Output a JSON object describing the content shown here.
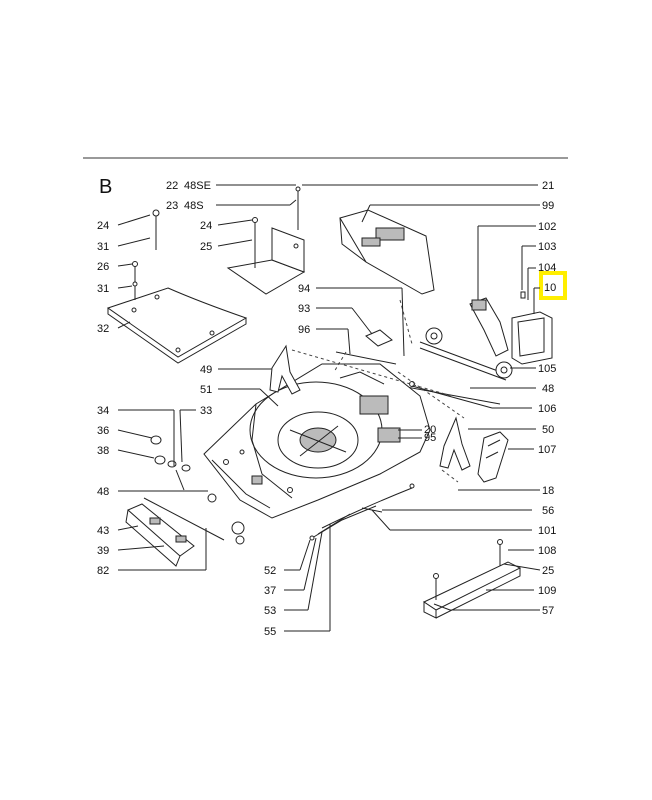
{
  "section_letter": "B",
  "highlight_color": "#ffee00",
  "labels": {
    "l22": "22",
    "l48SE": "48SE",
    "l21": "21",
    "l23": "23",
    "l48S": "48S",
    "l99": "99",
    "l24a": "24",
    "l24b": "24",
    "l102": "102",
    "l31a": "31",
    "l25a": "25",
    "l103": "103",
    "l26": "26",
    "l104": "104",
    "l10": "10",
    "l31b": "31",
    "l94": "94",
    "l93": "93",
    "l32": "32",
    "l96": "96",
    "l49": "49",
    "l105": "105",
    "l48a": "48",
    "l51": "51",
    "l106": "106",
    "l34": "34",
    "l33": "33",
    "l20": "20",
    "l95": "95",
    "l36": "36",
    "l50": "50",
    "l38": "38",
    "l107": "107",
    "l48b": "48",
    "l18": "18",
    "l56": "56",
    "l43": "43",
    "l101": "101",
    "l39": "39",
    "l108": "108",
    "l82": "82",
    "l25b": "25",
    "l52": "52",
    "l37": "37",
    "l109": "109",
    "l53": "53",
    "l57": "57",
    "l55": "55"
  }
}
